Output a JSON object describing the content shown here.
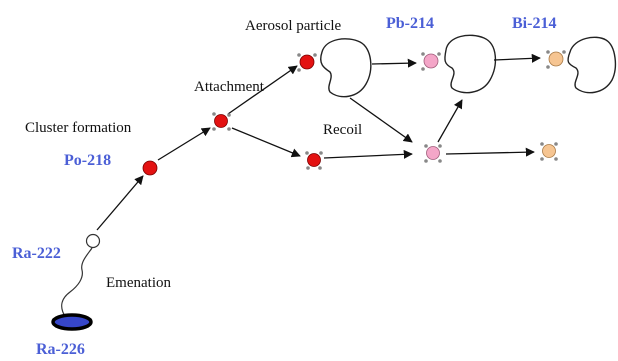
{
  "colors": {
    "isotope_label": "#4b5fd6",
    "polonium_particle": "#e31212",
    "lead_particle": "#f4a6c8",
    "bismuth_particle": "#f6c592",
    "radium_disk": "#3646c9",
    "arrow": "#111111"
  },
  "labels": {
    "aerosol_particle": "Aerosol particle",
    "attachment": "Attachment",
    "cluster_formation": "Cluster formation",
    "recoil": "Recoil",
    "emenation": "Emenation"
  },
  "isotopes": {
    "ra226": "Ra-226",
    "ra222": "Ra-222",
    "po218": "Po-218",
    "pb214": "Pb-214",
    "bi214": "Bi-214"
  }
}
